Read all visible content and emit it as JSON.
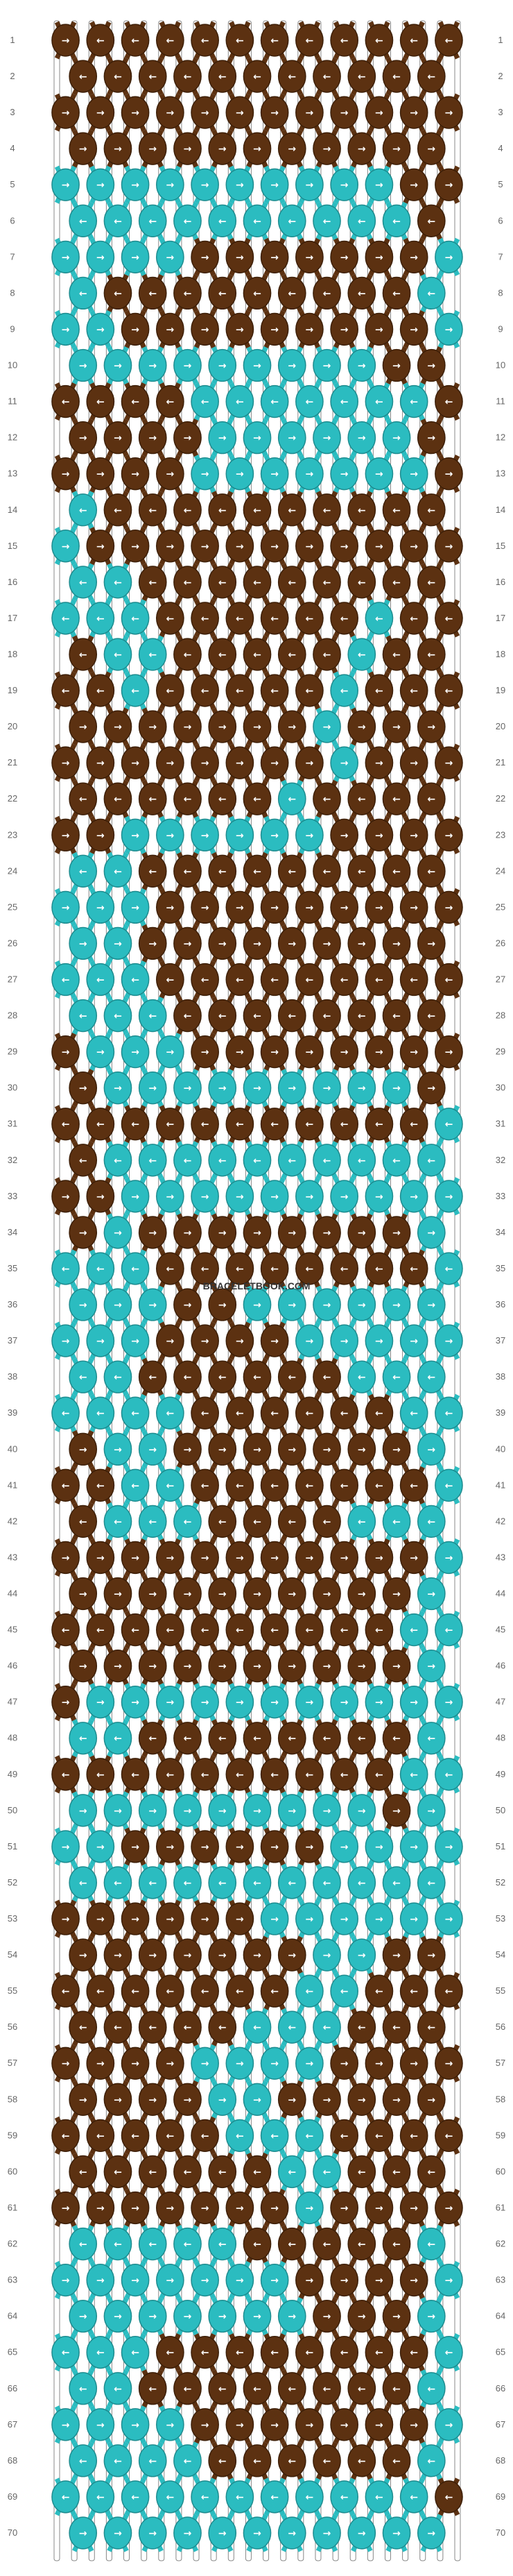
{
  "title": "",
  "watermark": "BRACELETBOOK.COM",
  "grid": {
    "rows": 70,
    "knots_per_row_odd": 12,
    "knots_per_row_even": 11,
    "strings": 24
  },
  "row_numbers": [
    "1",
    "2",
    "3",
    "4",
    "5",
    "6",
    "7",
    "8",
    "9",
    "10",
    "11",
    "12",
    "13",
    "14",
    "15",
    "16",
    "17",
    "18",
    "19",
    "20",
    "21",
    "22",
    "23",
    "24",
    "25",
    "26",
    "27",
    "28",
    "29",
    "30",
    "31",
    "32",
    "33",
    "34",
    "35",
    "36",
    "37",
    "38",
    "39",
    "40",
    "41",
    "42",
    "43",
    "44",
    "45",
    "46",
    "47",
    "48",
    "49",
    "50",
    "51",
    "52",
    "53",
    "54",
    "55",
    "56",
    "57",
    "58",
    "59",
    "60",
    "61",
    "62",
    "63",
    "64",
    "65",
    "66",
    "67",
    "68",
    "69",
    "70"
  ],
  "colors": {
    "brown": "#5c3111",
    "brown_dark": "#3d1f08",
    "cyan": "#2bbcc0",
    "cyan_dark": "#1e8c8f",
    "string_outline": "#888888"
  },
  "arrow_glyphs": {
    "left": "←",
    "right": "→",
    "down_left": "↙",
    "down_right": "↘"
  },
  "pattern_rows": [
    "BBBBBBBBBBBB",
    "BBBBBBBBBBB",
    "BBBBBBBBBBBB",
    "BBBBBBBBBBB",
    "CCCCCCCCCCBB",
    "CCCCCCCCCCB",
    "CCCCBBBBBBBC",
    "CBBBBBBBBBC",
    "CCBBBBBBBBBC",
    "CCCCCCCCCBB",
    "BBBBCCCCCCCB",
    "BBBBCCCCCCB",
    "BBBBCCCCCCCB",
    "CBBBBBBBBBB",
    "CBBBBBBBBBBB",
    "CCBBBBBBBBB",
    "CCCBBBBBBCBB",
    "BCCBBBBBCBB",
    "BBCBBBBBCBBB",
    "BBBBBBBCBBB",
    "BBBBBBBBCBBB",
    "BBBBBBCBBBB",
    "BBCCCCCCBBBB",
    "CCBBBBBBBBB",
    "CCCBBBBBBBBB",
    "CCBBBBBBBBB",
    "CCCBBBBBBBBB",
    "CCCBBBBBBBB",
    "BCCCBBBBBBBB",
    "BCCCCCCCCCB",
    "BBBBBBBBBBBC",
    "BCCCCCCCCCC",
    "BBCCCCCCCCCC",
    "BCBBBBBBBBC",
    "CCCBBBBBBBBC",
    "CCCBBCCCCCC",
    "CCCBBBBCCCCC",
    "CCBBBBBBCCC",
    "CCCCBBBBBBCC",
    "BCCBBBBBBBC",
    "BBCCBBBBBBBC",
    "BCCCBBBBCCC",
    "BBBBBBBBBBBC",
    "BBBBBBBBBBC",
    "BBBBBBBBBBCC",
    "BBBBBBBBBBC",
    "BCCCCCCCCCCC",
    "CCBBBBBBBBC",
    "BBBBBBBBBBCC",
    "CCCCCCCCCBC",
    "CCBBBBBBCCCC",
    "CCCCCCCCCCC",
    "BBBBBBCCCCCC",
    "BBBBBBBCCBB",
    "BBBBBBBCCBBB",
    "BBBBBCCCBBB",
    "BBBBCCCCBBBB",
    "BBBBCCBBBBB",
    "BBBBBCCCBBBB",
    "BBBBBBCCBBB",
    "BBBBBBBCBBBB",
    "CCCCCBBBBBC",
    "CCCCCCCBBBBC",
    "CCCCCCCBBBC",
    "CCCBBBBBBBBC",
    "CCBBBBBBBBC",
    "CCCCBBBBBBBC",
    "CCCCBBBBBBC",
    "CCCCCCCCCCCB",
    "CCCCCCCCCCC"
  ],
  "arrow_rows": [
    "RLLLLLLLLLLL",
    "LLLLLLLLLLL",
    "RRRRRRRRRRRR",
    "RRRRRRRRRRR",
    "RRRRRRRRRRRR",
    "LLLLLLLLLLL",
    "RRRRRRRRRRRR",
    "LLLLLLLLLLL",
    "RRRRRRRRRRRR",
    "RRRRRRRRRRR",
    "LLLLLLLLLLLL",
    "RRRRRRRRRRR",
    "RRRRRRRRRRRR",
    "LLLLLLLLLLL",
    "RRRRRRRRRRRR",
    "LLLLLLLLLLL",
    "LLLLLLLLLLLL",
    "LLLLLLLLLLL",
    "LLLLLLLLLLLL",
    "RRRRRRRRRRR",
    "RRRRRRRRRRRR",
    "LLLLLLLLLLL",
    "RRRRRRRRRRRR",
    "LLLLLLLLLLL",
    "RRRRRRRRRRRR",
    "RRRRRRRRRRR",
    "LLLLLLLLLLLL",
    "LLLLLLLLLLL",
    "RRRRRRRRRRRR",
    "RRRRRRRRRRR",
    "LLLLLLLLLLLL",
    "LLLLLLLLLLL",
    "RRRRRRRRRRRR",
    "RRRRRRRRRRR",
    "LLLLLLLLLLLL",
    "RRRRRRRRRRR",
    "RRRRRRRRRRRR",
    "LLLLLLLLLLL",
    "LLLLLLLLLLLL",
    "RRRRRRRRRRR",
    "LLLLLLLLLLLL",
    "LLLLLLLLLLL",
    "RRRRRRRRRRRR",
    "RRRRRRRRRRR",
    "LLLLLLLLLLLL",
    "RRRRRRRRRRR",
    "RRRRRRRRRRRR",
    "LLLLLLLLLLL",
    "LLLLLLLLLLLL",
    "RRRRRRRRRRR",
    "RRRRRRRRRRRR",
    "LLLLLLLLLLL",
    "RRRRRRRRRRRR",
    "RRRRRRRRRRR",
    "LLLLLLLLLLLL",
    "LLLLLLLLLLL",
    "RRRRRRRRRRRR",
    "RRRRRRRRRRR",
    "LLLLLLLLLLLL",
    "LLLLLLLLLLL",
    "RRRRRRRRRRRR",
    "LLLLLLLLLLL",
    "RRRRRRRRRRRR",
    "RRRRRRRRRRR",
    "LLLLLLLLLLLL",
    "LLLLLLLLLLL",
    "RRRRRRRRRRRR",
    "LLLLLLLLLLL",
    "LLLLLLLLLLLL",
    "RRRRRRRRRRR"
  ]
}
